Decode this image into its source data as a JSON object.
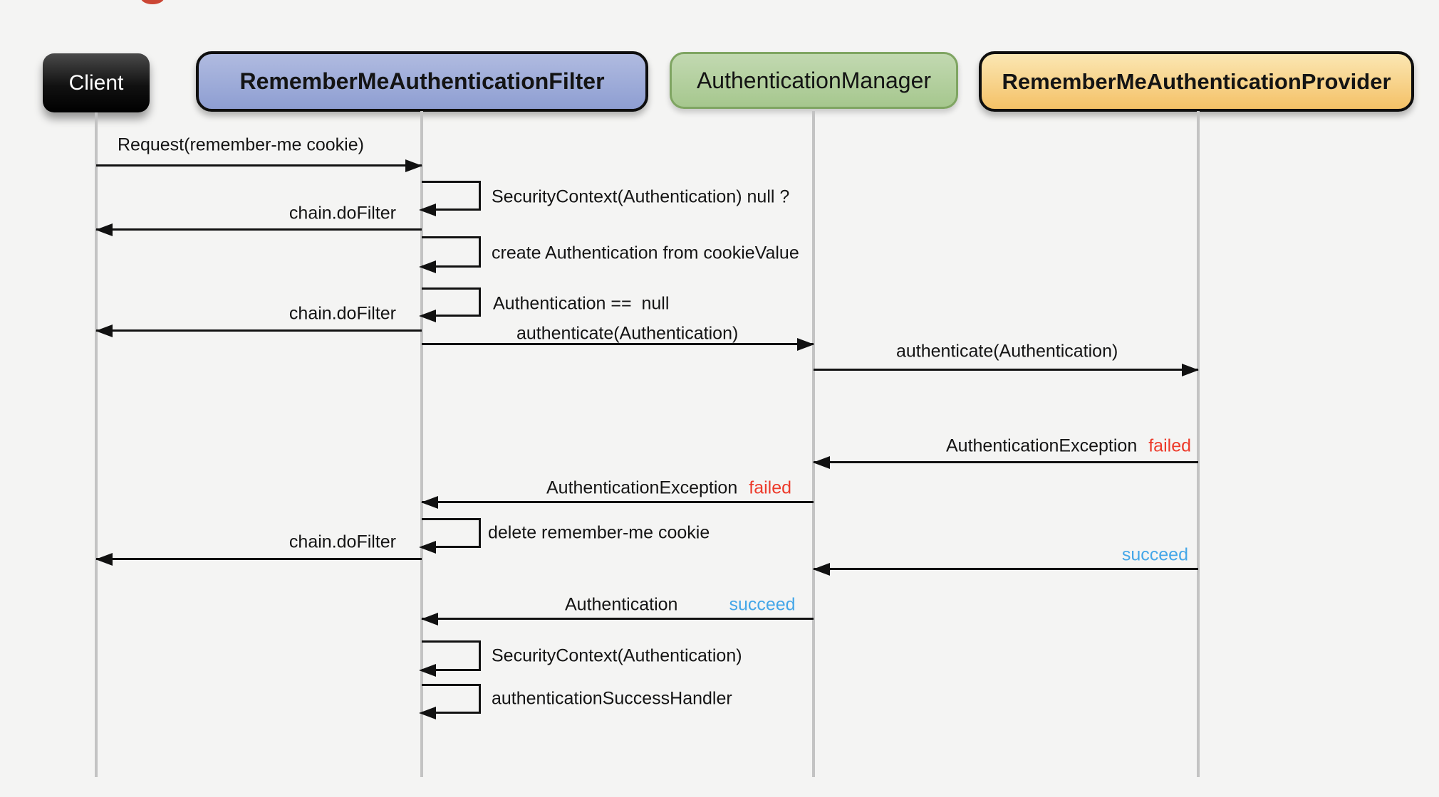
{
  "diagram_type": "uml-sequence",
  "actors": [
    {
      "name": "Client"
    },
    {
      "name": "RememberMeAuthenticationFilter"
    },
    {
      "name": "AuthenticationManager"
    },
    {
      "name": "RememberMeAuthenticationProvider"
    }
  ],
  "messages": {
    "request": {
      "label": "Request(remember-me cookie)",
      "from": "Client",
      "to": "RememberMeAuthenticationFilter"
    },
    "security_context_null": {
      "label": "SecurityContext(Authentication) null ?",
      "self_call": "RememberMeAuthenticationFilter"
    },
    "chain_do_filter_1": {
      "label": "chain.doFilter",
      "from": "RememberMeAuthenticationFilter",
      "to": "Client"
    },
    "create_authentication": {
      "label": "create Authentication from cookieValue",
      "self_call": "RememberMeAuthenticationFilter"
    },
    "authentication_null": {
      "label": "Authentication ==  null",
      "self_call": "RememberMeAuthenticationFilter"
    },
    "chain_do_filter_2": {
      "label": "chain.doFilter",
      "from": "RememberMeAuthenticationFilter",
      "to": "Client"
    },
    "authenticate_filter_to_manager": {
      "label": "authenticate(Authentication)",
      "from": "RememberMeAuthenticationFilter",
      "to": "AuthenticationManager"
    },
    "authenticate_manager_to_provider": {
      "label": "authenticate(Authentication)",
      "from": "AuthenticationManager",
      "to": "RememberMeAuthenticationProvider"
    },
    "exception_from_provider": {
      "label": "AuthenticationException",
      "status": "failed",
      "from": "RememberMeAuthenticationProvider",
      "to": "AuthenticationManager"
    },
    "exception_from_manager": {
      "label": "AuthenticationException",
      "status": "failed",
      "from": "AuthenticationManager",
      "to": "RememberMeAuthenticationFilter"
    },
    "delete_cookie": {
      "label": "delete remember-me cookie",
      "self_call": "RememberMeAuthenticationFilter"
    },
    "chain_do_filter_3": {
      "label": "chain.doFilter",
      "from": "RememberMeAuthenticationFilter",
      "to": "Client"
    },
    "succeed_from_provider": {
      "status": "succeed",
      "from": "RememberMeAuthenticationProvider",
      "to": "AuthenticationManager"
    },
    "authentication_succeed": {
      "label": "Authentication",
      "status": "succeed",
      "from": "AuthenticationManager",
      "to": "RememberMeAuthenticationFilter"
    },
    "security_context_set": {
      "label": "SecurityContext(Authentication)",
      "self_call": "RememberMeAuthenticationFilter"
    },
    "success_handler": {
      "label": "authenticationSuccessHandler",
      "self_call": "RememberMeAuthenticationFilter"
    }
  },
  "colors": {
    "background": "#f4f4f3",
    "failed_text": "#ed3a2a",
    "succeed_text": "#45a7e8",
    "client_box": "#0a0a0a",
    "filter_box": "#9dacd8",
    "manager_box": "#b3cf9e",
    "provider_box": "#f8d48a",
    "lifeline": "#c3c3c3",
    "arrow": "#111111"
  }
}
